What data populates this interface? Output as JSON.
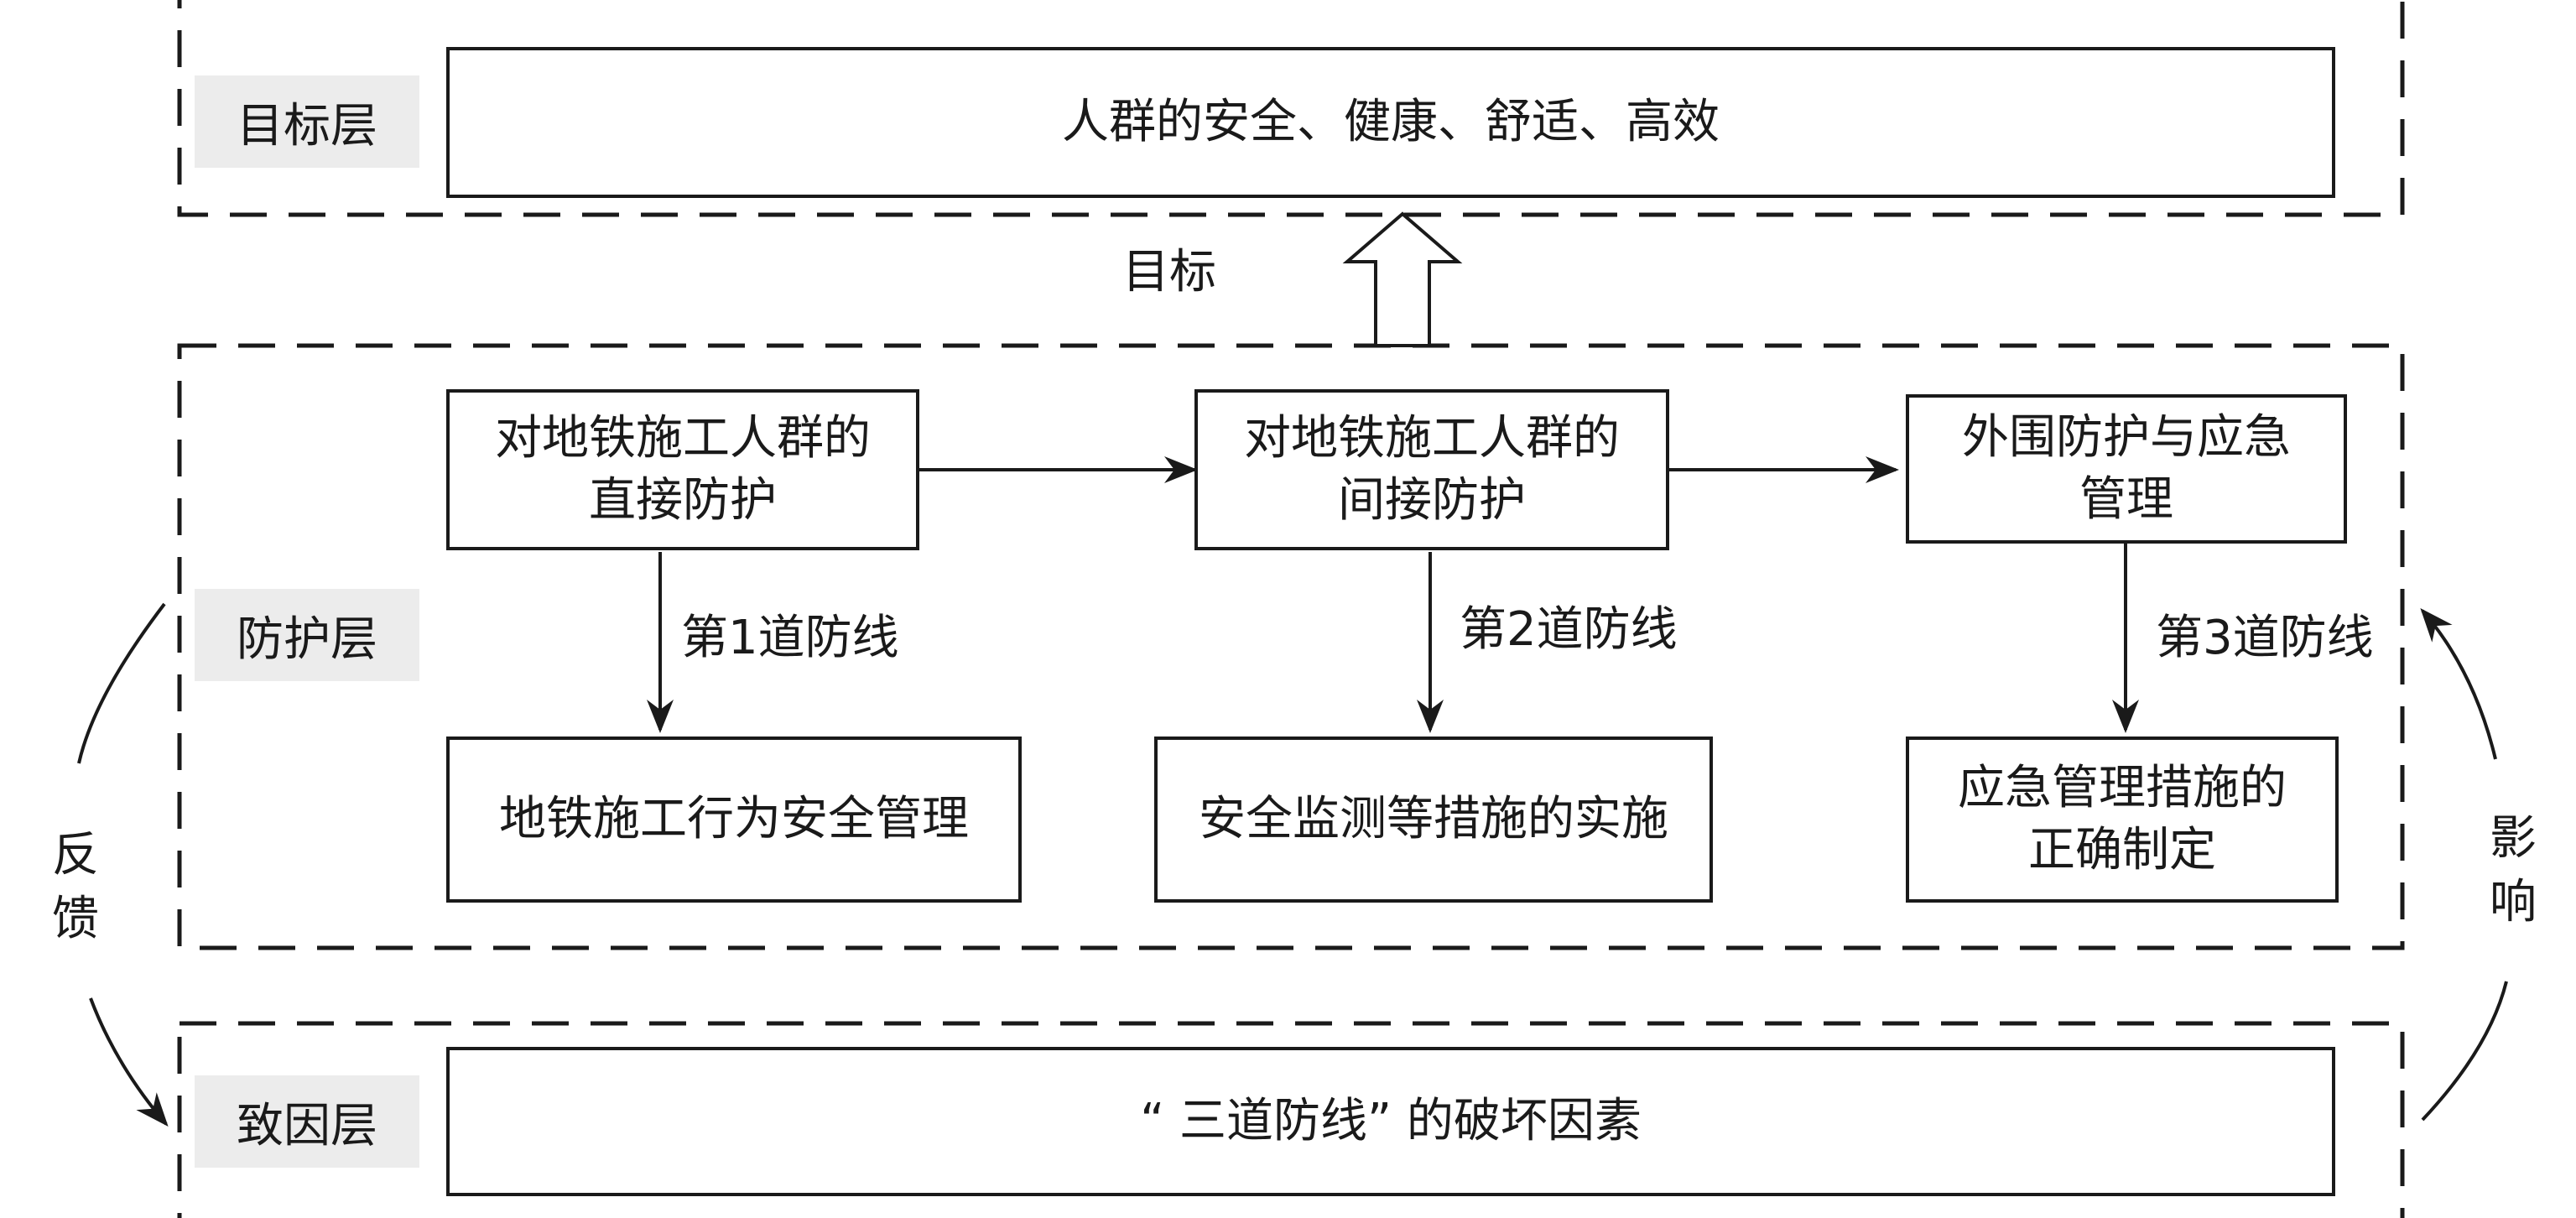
{
  "colors": {
    "stroke": "#1a1a1a",
    "label_bg": "#ececec",
    "background": "#ffffff"
  },
  "target_layer": {
    "label": "目标层",
    "box_text": "人群的安全、健康、舒适、高效"
  },
  "goal_arrow_label": "目标",
  "protection_layer": {
    "label": "防护层",
    "top_boxes": [
      {
        "line1": "对地铁施工人群的",
        "line2": "直接防护"
      },
      {
        "line1": "对地铁施工人群的",
        "line2": "间接防护"
      },
      {
        "line1": "外围防护与应急",
        "line2": "管理"
      }
    ],
    "defense_lines": [
      "第1道防线",
      "第2道防线",
      "第3道防线"
    ],
    "bottom_boxes": [
      {
        "line1": "地铁施工行为安全管理",
        "line2": ""
      },
      {
        "line1": "安全监测等措施的实施",
        "line2": ""
      },
      {
        "line1": "应急管理措施的",
        "line2": "正确制定"
      }
    ]
  },
  "cause_layer": {
    "label": "致因层",
    "box_text": "“ 三道防线” 的破坏因素"
  },
  "feedback_label": "反馈",
  "influence_label": "影响"
}
